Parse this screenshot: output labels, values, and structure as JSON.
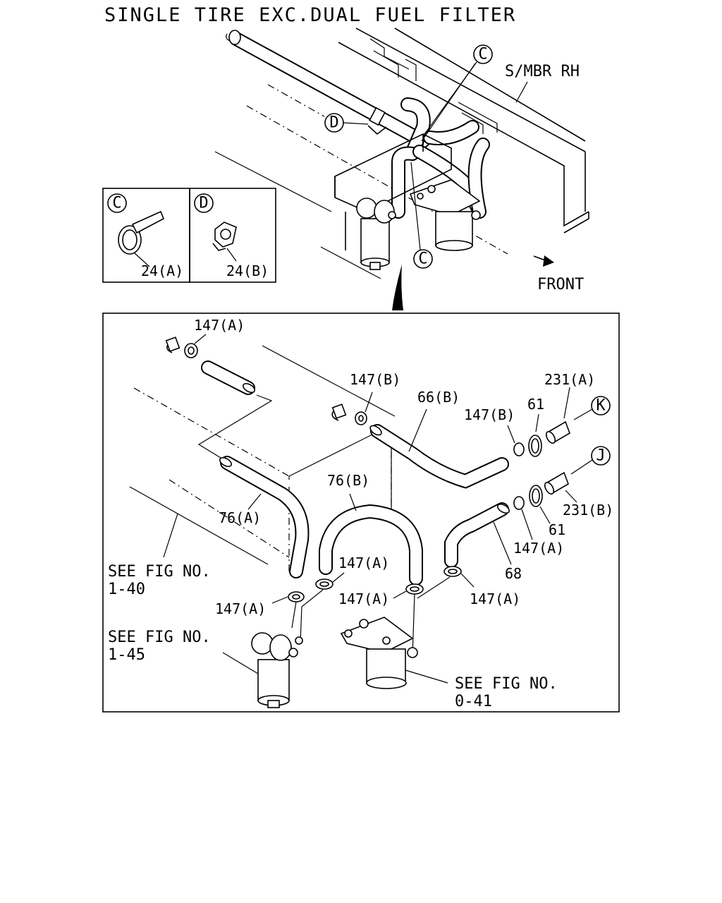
{
  "header": {
    "title": "SINGLE TIRE EXC.DUAL FUEL FILTER"
  },
  "overview": {
    "frame_label": "S/MBR RH",
    "direction_label": "FRONT",
    "callouts": {
      "c": "C",
      "d": "D"
    }
  },
  "detail_boxes": [
    {
      "key": "C",
      "part": "24(A)"
    },
    {
      "key": "D",
      "part": "24(B)"
    }
  ],
  "parts": {
    "p147a_top": "147(A)",
    "p147b_mid": "147(B)",
    "p66b": "66(B)",
    "p147b_right": "147(B)",
    "p61_top": "61",
    "p231a": "231(A)",
    "conn_k": "K",
    "conn_j": "J",
    "p76b": "76(B)",
    "p76a": "76(A)",
    "p231b": "231(B)",
    "p61_bottom": "61",
    "p147a_right": "147(A)",
    "p68": "68",
    "p147a_center": "147(A)",
    "p147a_left": "147(A)",
    "p147a_center_low": "147(A)",
    "p147a_far_right": "147(A)"
  },
  "references": {
    "fig_1_40": {
      "line1": "SEE FIG NO.",
      "line2": "1-40"
    },
    "fig_1_45": {
      "line1": "SEE FIG NO.",
      "line2": "1-45"
    },
    "fig_0_41": {
      "line1": "SEE FIG NO.",
      "line2": "0-41"
    }
  }
}
